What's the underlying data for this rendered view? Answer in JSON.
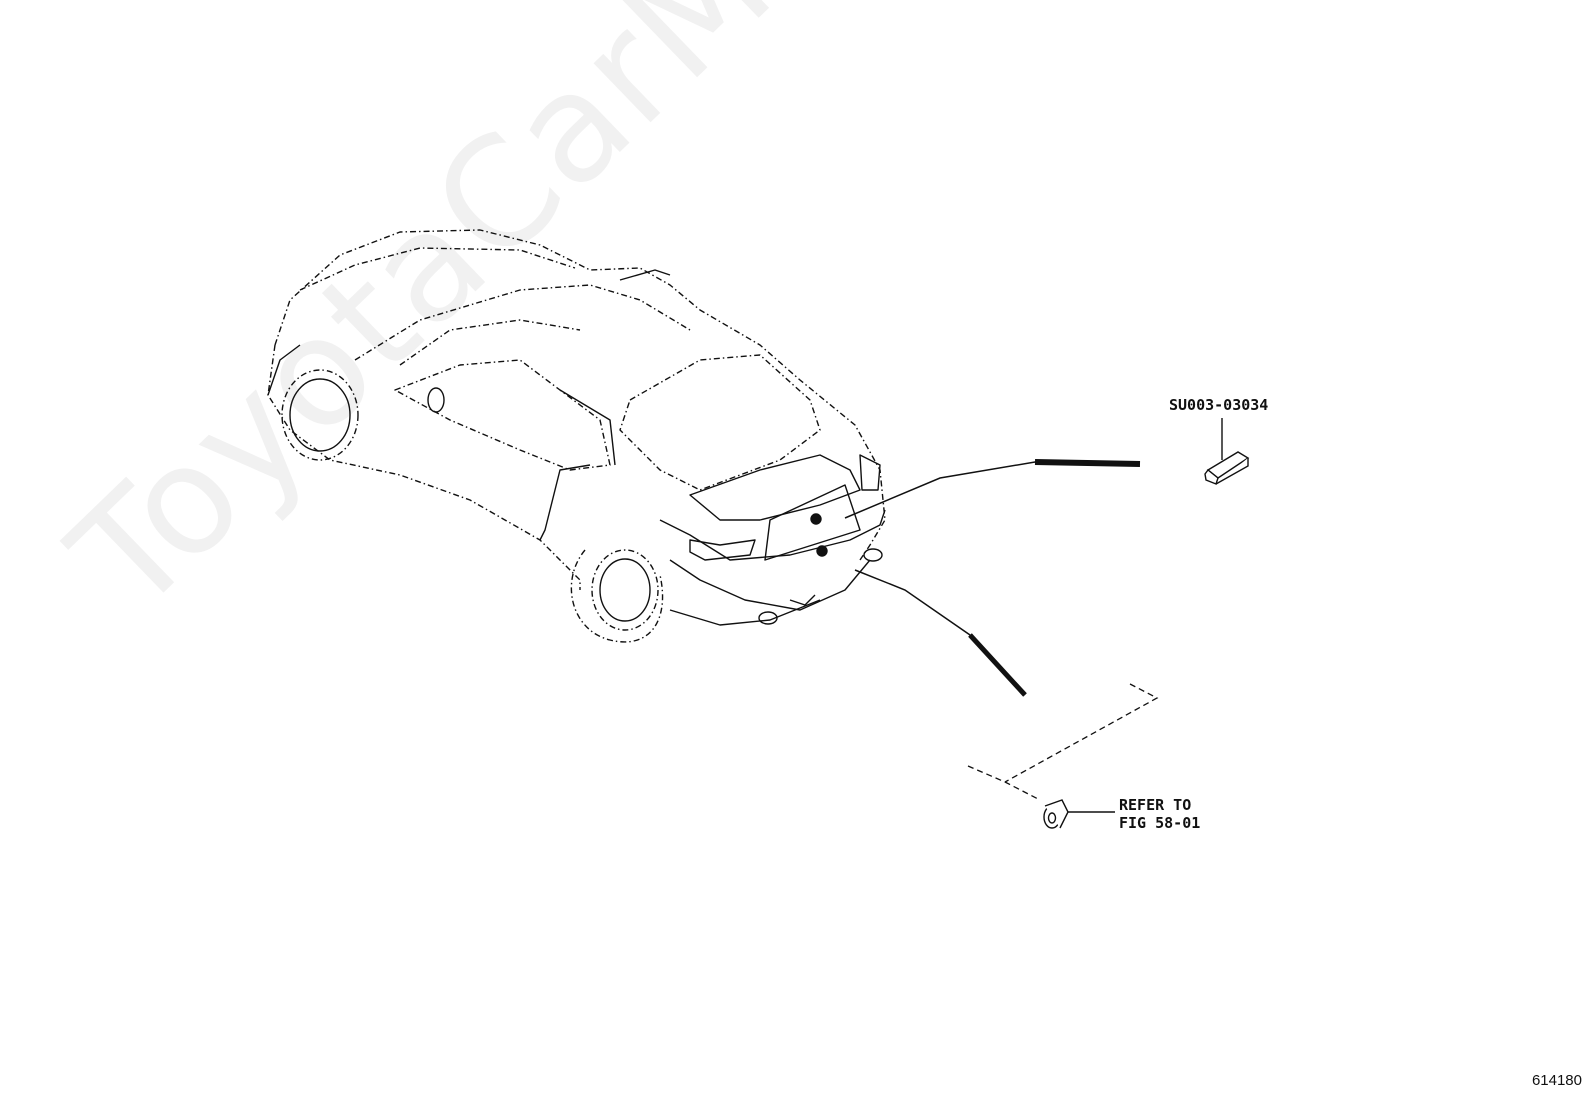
{
  "watermark": "ToyotaCarMine.ru",
  "callouts": {
    "part_number": "SU003-03034",
    "refer_line1": "REFER TO",
    "refer_line2": "FIG 58-01"
  },
  "figure_id": "614180",
  "icons": [
    "car-outline-icon",
    "nameplate-emblem-icon",
    "clip-fastener-icon"
  ],
  "colors": {
    "line": "#111111",
    "watermark": "#f1f1f1",
    "background": "#ffffff"
  }
}
